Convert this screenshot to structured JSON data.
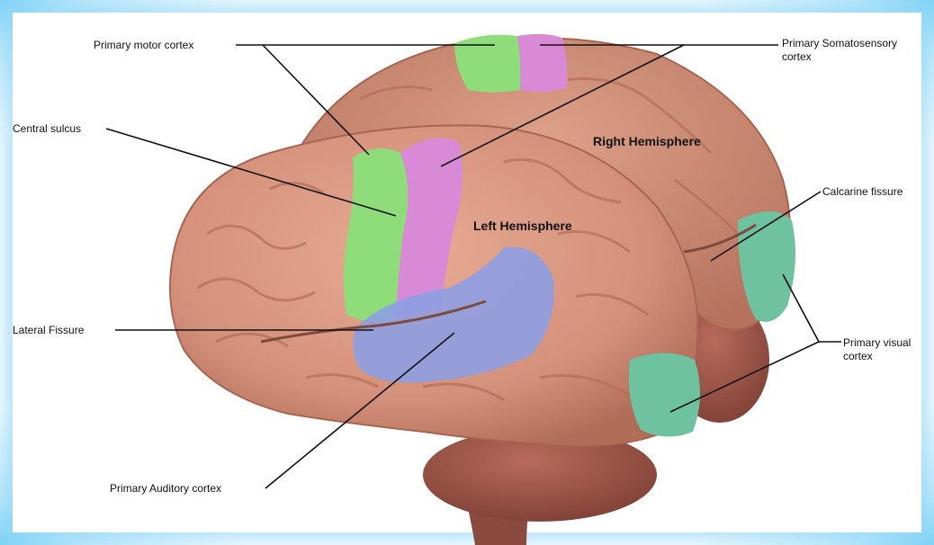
{
  "labels": {
    "primary_motor_cortex": "Primary motor cortex",
    "primary_somatosensory_line1": "Primary Somatosensory",
    "primary_somatosensory_line2": "cortex",
    "central_sulcus": "Central sulcus",
    "right_hemisphere": "Right Hemisphere",
    "left_hemisphere": "Left Hemisphere",
    "calcarine_fissure": "Calcarine fissure",
    "lateral_fissure": "Lateral Fissure",
    "primary_visual_line1": "Primary visual",
    "primary_visual_line2": "cortex",
    "primary_auditory_cortex": "Primary Auditory cortex"
  },
  "colors": {
    "brain": "#d9977e",
    "brain_shadow": "#b8735d",
    "motor": "#8fdc7a",
    "somatosensory": "#d88ad6",
    "auditory": "#8e9fe3",
    "visual": "#6fc2a0",
    "cerebellum": "#a25a4e",
    "frame_glow": "#7fd3f5"
  }
}
